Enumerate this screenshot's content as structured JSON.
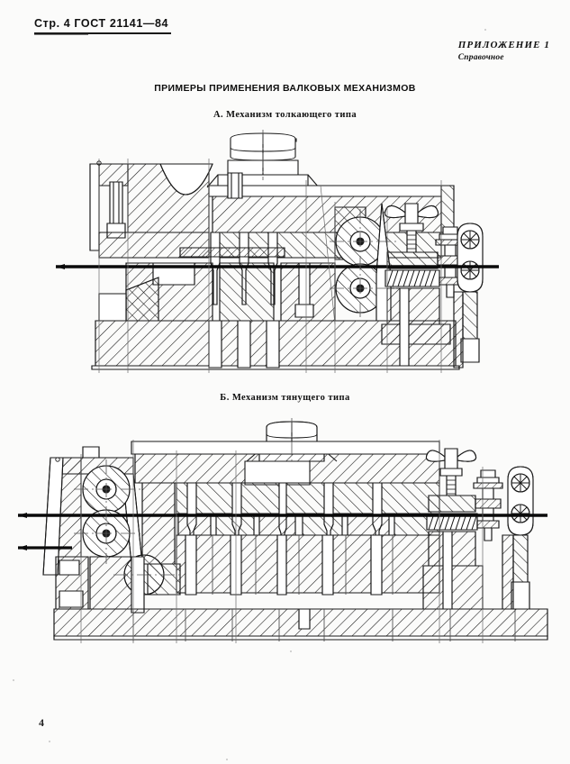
{
  "page": {
    "header_left": "Стр. 4   ГОСТ  21141—84",
    "appendix_line1": "ПРИЛОЖЕНИЕ 1",
    "appendix_line2": "Справочное",
    "doc_title": "ПРИМЕРЫ ПРИМЕНЕНИЯ ВАЛКОВЫХ МЕХАНИЗМОВ",
    "page_number": "4",
    "background_color": "#fbfbfa",
    "ink_color": "#111111"
  },
  "figures": [
    {
      "id": "fig-a",
      "caption": "А. Механизм толкающего типа",
      "description": "Поперечный разрез штампа с валковым механизмом толкающего типа",
      "elements": [
        "верхняя плита",
        "пуансоны",
        "матрица",
        "нижняя плита",
        "валки (ролики)",
        "барашковый винт",
        "пружина",
        "лента (полоса материала)"
      ]
    },
    {
      "id": "fig-b",
      "caption": "Б. Механизм тянущего типа",
      "description": "Поперечный разрез штампа с валковым механизмом тянущего типа",
      "elements": [
        "верхняя плита",
        "пуансоны",
        "матрица",
        "нижняя плита",
        "валки (ролики)",
        "барашковый винт",
        "пружина",
        "лента (полоса материала)"
      ]
    }
  ]
}
